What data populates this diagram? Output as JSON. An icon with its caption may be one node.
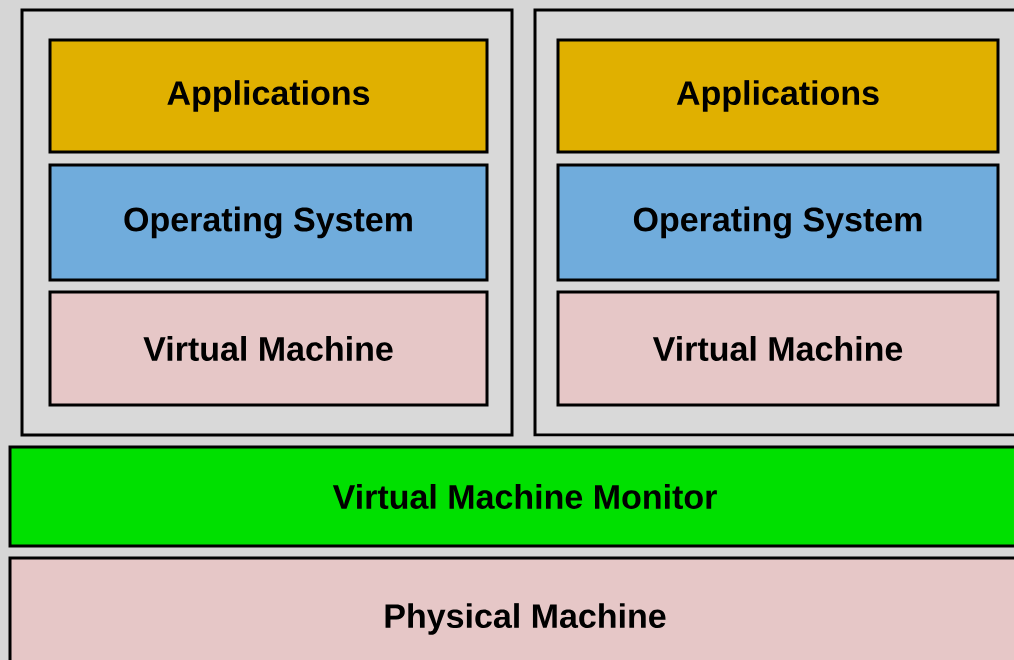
{
  "diagram": {
    "nodes": [
      {
        "text": [],
        "shape": "box"
      },
      {
        "text": [
          "Applications"
        ],
        "in": 0
      },
      {
        "text": [
          "Operating System"
        ],
        "in": 0
      },
      {
        "text": [
          "Virtual Machine"
        ],
        "in": 0
      },
      {
        "text": [],
        "shape": "box"
      },
      {
        "text": [
          "Applications"
        ],
        "in": 4
      },
      {
        "text": [
          "Operating System"
        ],
        "in": 4
      },
      {
        "text": [
          "Virtual Machine"
        ],
        "in": 4
      },
      {
        "text": [
          "Virtual Machine Monitor"
        ]
      },
      {
        "text": [
          "Physical Machine"
        ]
      }
    ]
  }
}
